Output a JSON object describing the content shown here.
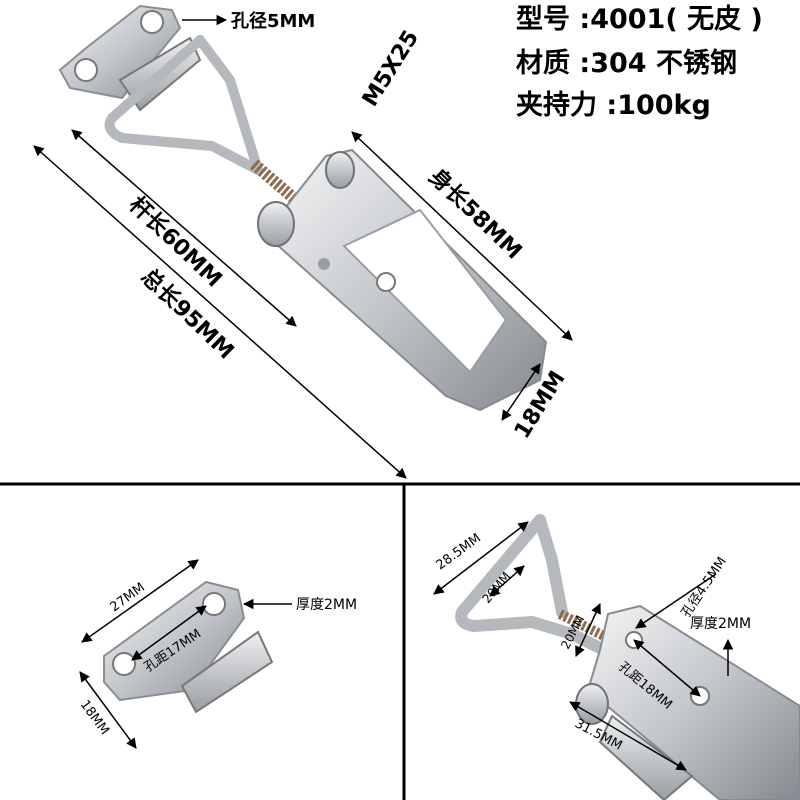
{
  "specs": {
    "model": "型号 :4001( 无皮 )",
    "material": "材质 :304 不锈钢",
    "clamping_force": "夹持力 :100kg"
  },
  "main_view": {
    "hole_diameter": "孔径5MM",
    "thread": "M5X25",
    "body_length": "身长58MM",
    "rod_length": "杆长60MM",
    "total_length": "总长95MM",
    "width": "18MM"
  },
  "plate_view": {
    "width": "27MM",
    "thickness": "厚度2MM",
    "hole_spacing": "孔距17MM",
    "depth": "18MM"
  },
  "latch_view": {
    "loop_width": "28.5MM",
    "loop_inner": "20MM",
    "hole_diameter": "孔径4.5MM",
    "thickness": "厚度2MM",
    "body_width": "20MM",
    "hole_spacing": "孔距18MM",
    "length": "31.5MM"
  },
  "colors": {
    "metal_light": "#e6e8ea",
    "metal_mid": "#b9bcc0",
    "metal_dark": "#7d8086",
    "text": "#000000"
  }
}
